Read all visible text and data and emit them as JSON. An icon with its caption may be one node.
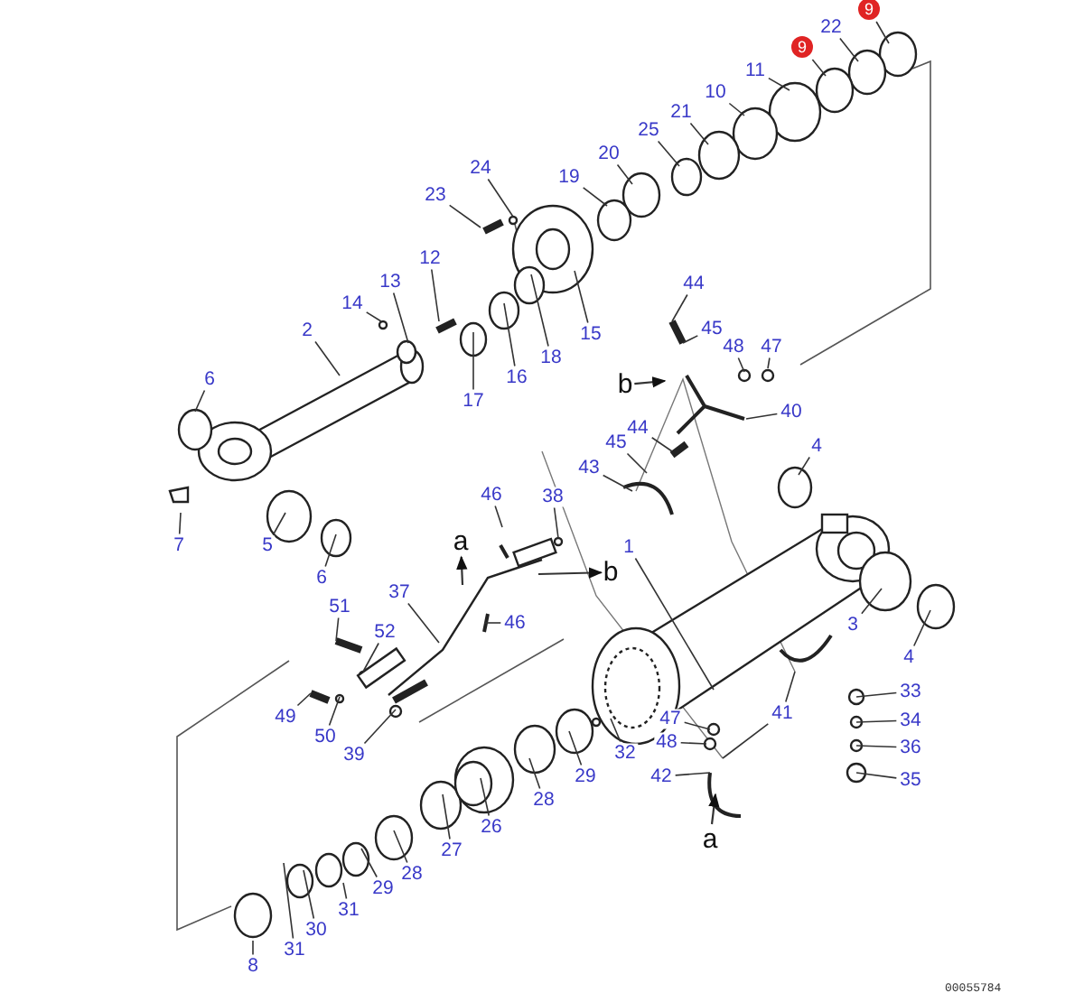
{
  "diagram": {
    "nodes": [
      {
        "text": [
          "9"
        ]
      },
      {
        "text": [
          "22"
        ]
      },
      {
        "text": [
          "9"
        ]
      },
      {
        "text": [
          "11"
        ]
      },
      {
        "text": [
          "10"
        ]
      },
      {
        "text": [
          "21"
        ]
      },
      {
        "text": [
          "25"
        ]
      },
      {
        "text": [
          "20"
        ]
      },
      {
        "text": [
          "24"
        ]
      },
      {
        "text": [
          "19"
        ]
      },
      {
        "text": [
          "23"
        ]
      },
      {
        "text": [
          "12"
        ]
      },
      {
        "text": [
          "13"
        ]
      },
      {
        "text": [
          "44"
        ]
      },
      {
        "text": [
          "14"
        ]
      },
      {
        "text": [
          "45"
        ]
      },
      {
        "text": [
          "2"
        ]
      },
      {
        "text": [
          "15"
        ]
      },
      {
        "text": [
          "48"
        ]
      },
      {
        "text": [
          "47"
        ]
      },
      {
        "text": [
          "18"
        ]
      },
      {
        "text": [
          "16"
        ]
      },
      {
        "text": [
          "6"
        ]
      },
      {
        "text": [
          "b"
        ]
      },
      {
        "text": [
          "17"
        ]
      },
      {
        "text": [
          "40"
        ]
      },
      {
        "text": [
          "44"
        ]
      },
      {
        "text": [
          "45"
        ]
      },
      {
        "text": [
          "4"
        ]
      },
      {
        "text": [
          "43"
        ]
      },
      {
        "text": [
          "46"
        ]
      },
      {
        "text": [
          "38"
        ]
      },
      {
        "text": [
          "a"
        ]
      },
      {
        "text": [
          "7"
        ]
      },
      {
        "text": [
          "5"
        ]
      },
      {
        "text": [
          "1"
        ]
      },
      {
        "text": [
          "b"
        ]
      },
      {
        "text": [
          "6"
        ]
      },
      {
        "text": [
          "37"
        ]
      },
      {
        "text": [
          "51"
        ]
      },
      {
        "text": [
          "46"
        ]
      },
      {
        "text": [
          "3"
        ]
      },
      {
        "text": [
          "52"
        ]
      },
      {
        "text": [
          "4"
        ]
      },
      {
        "text": [
          "33"
        ]
      },
      {
        "text": [
          "41"
        ]
      },
      {
        "text": [
          "49"
        ]
      },
      {
        "text": [
          "47"
        ]
      },
      {
        "text": [
          "34"
        ]
      },
      {
        "text": [
          "50"
        ]
      },
      {
        "text": [
          "48"
        ]
      },
      {
        "text": [
          "36"
        ]
      },
      {
        "text": [
          "32"
        ]
      },
      {
        "text": [
          "39"
        ]
      },
      {
        "text": [
          "42"
        ]
      },
      {
        "text": [
          "29"
        ]
      },
      {
        "text": [
          "35"
        ]
      },
      {
        "text": [
          "28"
        ]
      },
      {
        "text": [
          "26"
        ]
      },
      {
        "text": [
          "a"
        ]
      },
      {
        "text": [
          "27"
        ]
      },
      {
        "text": [
          "28"
        ]
      },
      {
        "text": [
          "29"
        ]
      },
      {
        "text": [
          "31"
        ]
      },
      {
        "text": [
          "30"
        ]
      },
      {
        "text": [
          "31"
        ]
      },
      {
        "text": [
          "8"
        ]
      }
    ],
    "edges": [
      {
        "from": 0,
        "to": null,
        "arrow": "none"
      },
      {
        "from": 1,
        "to": null,
        "arrow": "none"
      },
      {
        "from": 2,
        "to": null,
        "arrow": "none"
      },
      {
        "from": 3,
        "to": null,
        "arrow": "none"
      },
      {
        "from": 4,
        "to": null,
        "arrow": "none"
      },
      {
        "from": 5,
        "to": null,
        "arrow": "none"
      },
      {
        "from": 6,
        "to": null,
        "arrow": "none"
      },
      {
        "from": 7,
        "to": null,
        "arrow": "none"
      },
      {
        "from": 8,
        "to": null,
        "arrow": "none"
      },
      {
        "from": 9,
        "to": null,
        "arrow": "none"
      },
      {
        "from": 10,
        "to": null,
        "arrow": "none"
      },
      {
        "from": 11,
        "to": null,
        "arrow": "none"
      },
      {
        "from": 12,
        "to": null,
        "arrow": "none"
      },
      {
        "from": 13,
        "to": null,
        "arrow": "none"
      },
      {
        "from": 14,
        "to": null,
        "arrow": "none"
      },
      {
        "from": 15,
        "to": null,
        "arrow": "none"
      },
      {
        "from": 16,
        "to": null,
        "arrow": "none"
      },
      {
        "from": 17,
        "to": null,
        "arrow": "none"
      },
      {
        "from": 18,
        "to": null,
        "arrow": "none"
      },
      {
        "from": 19,
        "to": null,
        "arrow": "none"
      },
      {
        "from": 20,
        "to": null,
        "arrow": "none"
      },
      {
        "from": 21,
        "to": null,
        "arrow": "none"
      },
      {
        "from": 22,
        "to": null,
        "arrow": "none"
      },
      {
        "from": 23,
        "to": null,
        "arrow": "to"
      },
      {
        "from": 24,
        "to": null,
        "arrow": "none"
      },
      {
        "from": 25,
        "to": null,
        "arrow": "none"
      },
      {
        "from": 26,
        "to": null,
        "arrow": "none"
      },
      {
        "from": 27,
        "to": null,
        "arrow": "none"
      },
      {
        "from": 28,
        "to": null,
        "arrow": "none"
      },
      {
        "from": 29,
        "to": null,
        "arrow": "none"
      },
      {
        "from": 30,
        "to": null,
        "arrow": "none"
      },
      {
        "from": 31,
        "to": null,
        "arrow": "none"
      },
      {
        "from": null,
        "to": 32,
        "arrow": "to"
      },
      {
        "from": 33,
        "to": null,
        "arrow": "none"
      },
      {
        "from": 34,
        "to": null,
        "arrow": "none"
      },
      {
        "from": 35,
        "to": null,
        "arrow": "none"
      },
      {
        "from": null,
        "to": 36,
        "arrow": "to"
      },
      {
        "from": 37,
        "to": null,
        "arrow": "none"
      },
      {
        "from": 38,
        "to": null,
        "arrow": "none"
      },
      {
        "from": 39,
        "to": null,
        "arrow": "none"
      },
      {
        "from": 40,
        "to": null,
        "arrow": "none"
      },
      {
        "from": 41,
        "to": null,
        "arrow": "none"
      },
      {
        "from": 42,
        "to": null,
        "arrow": "none"
      },
      {
        "from": 43,
        "to": null,
        "arrow": "none"
      },
      {
        "from": 44,
        "to": null,
        "arrow": "none"
      },
      {
        "from": 45,
        "to": null,
        "arrow": "none"
      },
      {
        "from": 45,
        "to": null,
        "arrow": "none"
      },
      {
        "from": 46,
        "to": null,
        "arrow": "none"
      },
      {
        "from": 47,
        "to": null,
        "arrow": "none"
      },
      {
        "from": 48,
        "to": null,
        "arrow": "none"
      },
      {
        "from": 49,
        "to": null,
        "arrow": "none"
      },
      {
        "from": 50,
        "to": null,
        "arrow": "none"
      },
      {
        "from": 51,
        "to": null,
        "arrow": "none"
      },
      {
        "from": 52,
        "to": null,
        "arrow": "none"
      },
      {
        "from": 53,
        "to": null,
        "arrow": "none"
      },
      {
        "from": 54,
        "to": null,
        "arrow": "none"
      },
      {
        "from": 55,
        "to": null,
        "arrow": "none"
      },
      {
        "from": 56,
        "to": null,
        "arrow": "none"
      },
      {
        "from": 57,
        "to": null,
        "arrow": "none"
      },
      {
        "from": 58,
        "to": null,
        "arrow": "none"
      },
      {
        "from": 59,
        "to": null,
        "arrow": "to"
      },
      {
        "from": 60,
        "to": null,
        "arrow": "none"
      },
      {
        "from": 61,
        "to": null,
        "arrow": "none"
      },
      {
        "from": 62,
        "to": null,
        "arrow": "none"
      },
      {
        "from": 63,
        "to": null,
        "arrow": "none"
      },
      {
        "from": 64,
        "to": null,
        "arrow": "none"
      },
      {
        "from": 65,
        "to": null,
        "arrow": "none"
      },
      {
        "from": 66,
        "to": null,
        "arrow": "none"
      }
    ],
    "labels": [
      "00055784"
    ]
  }
}
